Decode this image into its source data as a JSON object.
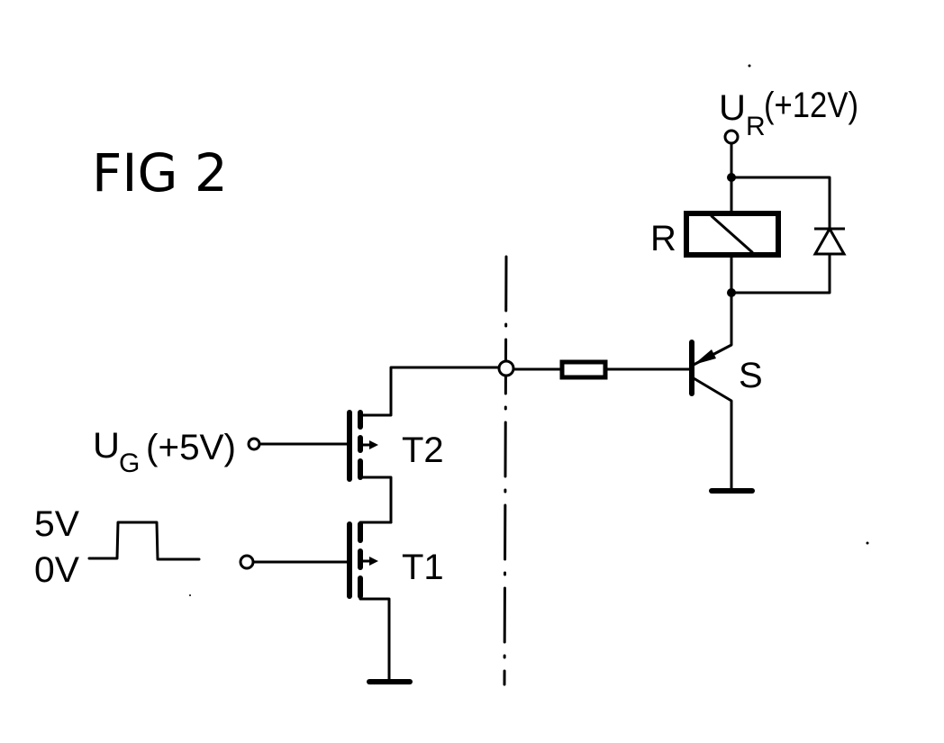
{
  "figure": {
    "title": "FIG 2"
  },
  "labels": {
    "supply_main": "U",
    "supply_sub": "R",
    "supply_value": "(+12V)",
    "relay": "R",
    "transistor_s": "S",
    "gate_main": "U",
    "gate_sub": "G",
    "gate_value": "(+5V)",
    "t2": "T2",
    "t1": "T1",
    "pulse_high": "5V",
    "pulse_low": "0V"
  },
  "components": [
    {
      "id": "UR",
      "type": "supply-terminal",
      "value": "+12V"
    },
    {
      "id": "R",
      "type": "relay-coil"
    },
    {
      "id": "D",
      "type": "freewheel-diode"
    },
    {
      "id": "S",
      "type": "pnp-transistor"
    },
    {
      "id": "Rb",
      "type": "base-resistor"
    },
    {
      "id": "T2",
      "type": "mosfet"
    },
    {
      "id": "T1",
      "type": "mosfet"
    },
    {
      "id": "UG",
      "type": "gate-terminal",
      "value": "+5V"
    },
    {
      "id": "pulse",
      "type": "pulse-input",
      "levels": [
        "0V",
        "5V"
      ]
    }
  ]
}
